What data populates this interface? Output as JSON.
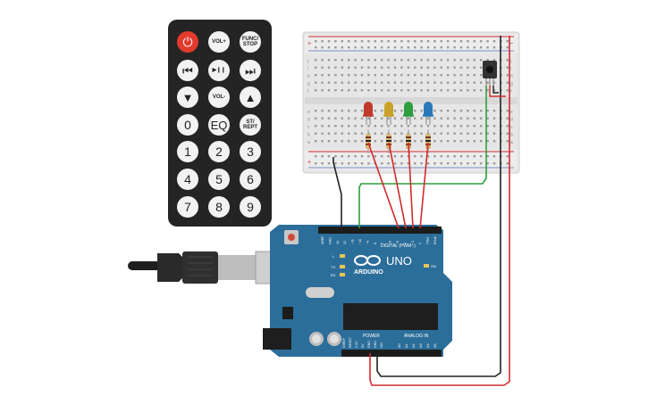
{
  "remote": {
    "buttons": [
      {
        "label": "⏻",
        "name": "power-button"
      },
      {
        "label": "VOL+",
        "name": "vol-up-button"
      },
      {
        "label": "FUNC/ STOP",
        "name": "func-stop-button"
      },
      {
        "label": "⏮",
        "name": "rewind-button"
      },
      {
        "label": "▶❙❙",
        "name": "play-pause-button"
      },
      {
        "label": "⏭",
        "name": "fast-forward-button"
      },
      {
        "label": "▼",
        "name": "down-button"
      },
      {
        "label": "VOL-",
        "name": "vol-down-button"
      },
      {
        "label": "▲",
        "name": "up-button"
      },
      {
        "label": "0",
        "name": "key-0-button"
      },
      {
        "label": "EQ",
        "name": "eq-button"
      },
      {
        "label": "ST/ REPT",
        "name": "st-rept-button"
      },
      {
        "label": "1",
        "name": "key-1-button"
      },
      {
        "label": "2",
        "name": "key-2-button"
      },
      {
        "label": "3",
        "name": "key-3-button"
      },
      {
        "label": "4",
        "name": "key-4-button"
      },
      {
        "label": "5",
        "name": "key-5-button"
      },
      {
        "label": "6",
        "name": "key-6-button"
      },
      {
        "label": "7",
        "name": "key-7-button"
      },
      {
        "label": "8",
        "name": "key-8-button"
      },
      {
        "label": "9",
        "name": "key-9-button"
      }
    ]
  },
  "breadboard": {
    "row_letters_top": [
      "j",
      "i",
      "h",
      "g",
      "f"
    ],
    "row_letters_bottom": [
      "e",
      "d",
      "c",
      "b",
      "a"
    ],
    "led_colors": [
      "#c0392b",
      "#c9a227",
      "#2e9e3e",
      "#2a78b8"
    ]
  },
  "arduino": {
    "brand": "ARDUINO",
    "model": "UNO",
    "digital_label": "DIGITAL (PWM~)",
    "analog_label": "ANALOG IN",
    "power_label": "POWER",
    "header_pins": [
      "AREF",
      "GND",
      "13",
      "12",
      "~11",
      "~10",
      "~9",
      "8",
      "7",
      "~6",
      "~5",
      "4",
      "~3",
      "2",
      "TX▸1",
      "RX◂0"
    ],
    "power_pins": [
      "IOREF",
      "RESET",
      "3.3V",
      "5V",
      "GND",
      "GND",
      "VIN"
    ],
    "analog_pins": [
      "A0",
      "A1",
      "A2",
      "A3",
      "A4",
      "A5"
    ],
    "led_labels": [
      "L",
      "TX",
      "RX"
    ],
    "on_label": "ON"
  },
  "colors": {
    "board": "#2c6e9a",
    "wire_red": "#d22b2b",
    "wire_black": "#222222",
    "wire_green": "#2e9e3e",
    "breadboard": "#e8e8e8"
  }
}
